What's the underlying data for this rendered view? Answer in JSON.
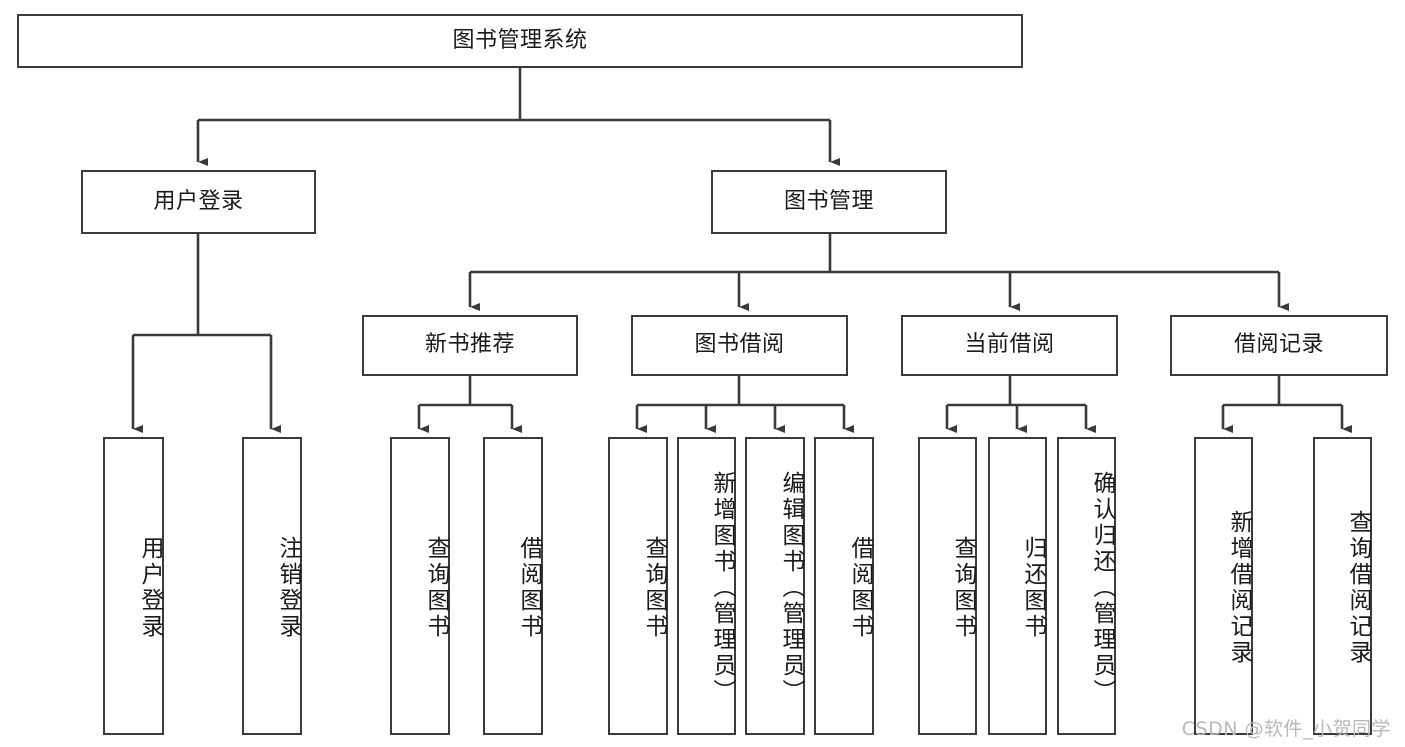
{
  "diagram": {
    "title": "图书管理系统",
    "type": "tree",
    "watermark": "CSDN @软件_小贺同学",
    "colors": {
      "box_border": "#3a3a3a",
      "box_fill": "#ffffff",
      "edge": "#3a3a3a",
      "text": "#1a1a1a",
      "watermark": "#b9b9b9"
    },
    "nodes": {
      "root": {
        "label": "图书管理系统",
        "orientation": "horizontal"
      },
      "level2": [
        {
          "id": "user-login",
          "label": "用户登录",
          "orientation": "horizontal"
        },
        {
          "id": "book-manage",
          "label": "图书管理",
          "orientation": "horizontal"
        }
      ],
      "level3": [
        {
          "id": "new-book-recommend",
          "label": "新书推荐",
          "orientation": "horizontal"
        },
        {
          "id": "book-borrow",
          "label": "图书借阅",
          "orientation": "horizontal"
        },
        {
          "id": "current-borrow",
          "label": "当前借阅",
          "orientation": "horizontal"
        },
        {
          "id": "borrow-record",
          "label": "借阅记录",
          "orientation": "horizontal"
        }
      ],
      "leaves": [
        {
          "id": "leaf-user-login",
          "label": "用户登录",
          "parent": "user-login",
          "orientation": "vertical"
        },
        {
          "id": "leaf-logout-login",
          "label": "注销登录",
          "parent": "user-login",
          "orientation": "vertical"
        },
        {
          "id": "leaf-query-book-1",
          "label": "查询图书",
          "parent": "new-book-recommend",
          "orientation": "vertical"
        },
        {
          "id": "leaf-borrow-book-1",
          "label": "借阅图书",
          "parent": "new-book-recommend",
          "orientation": "vertical"
        },
        {
          "id": "leaf-query-book-2",
          "label": "查询图书",
          "parent": "book-borrow",
          "orientation": "vertical"
        },
        {
          "id": "leaf-add-book",
          "label": "新增图书（管理员）",
          "parent": "book-borrow",
          "orientation": "vertical"
        },
        {
          "id": "leaf-edit-book",
          "label": "编辑图书（管理员）",
          "parent": "book-borrow",
          "orientation": "vertical"
        },
        {
          "id": "leaf-borrow-book-2",
          "label": "借阅图书",
          "parent": "book-borrow",
          "orientation": "vertical"
        },
        {
          "id": "leaf-query-book-3",
          "label": "查询图书",
          "parent": "current-borrow",
          "orientation": "vertical"
        },
        {
          "id": "leaf-return-book",
          "label": "归还图书",
          "parent": "current-borrow",
          "orientation": "vertical"
        },
        {
          "id": "leaf-confirm-return",
          "label": "确认归还（管理员）",
          "parent": "current-borrow",
          "orientation": "vertical"
        },
        {
          "id": "leaf-add-record",
          "label": "新增借阅记录",
          "parent": "borrow-record",
          "orientation": "vertical"
        },
        {
          "id": "leaf-query-record",
          "label": "查询借阅记录",
          "parent": "borrow-record",
          "orientation": "vertical"
        }
      ]
    }
  }
}
